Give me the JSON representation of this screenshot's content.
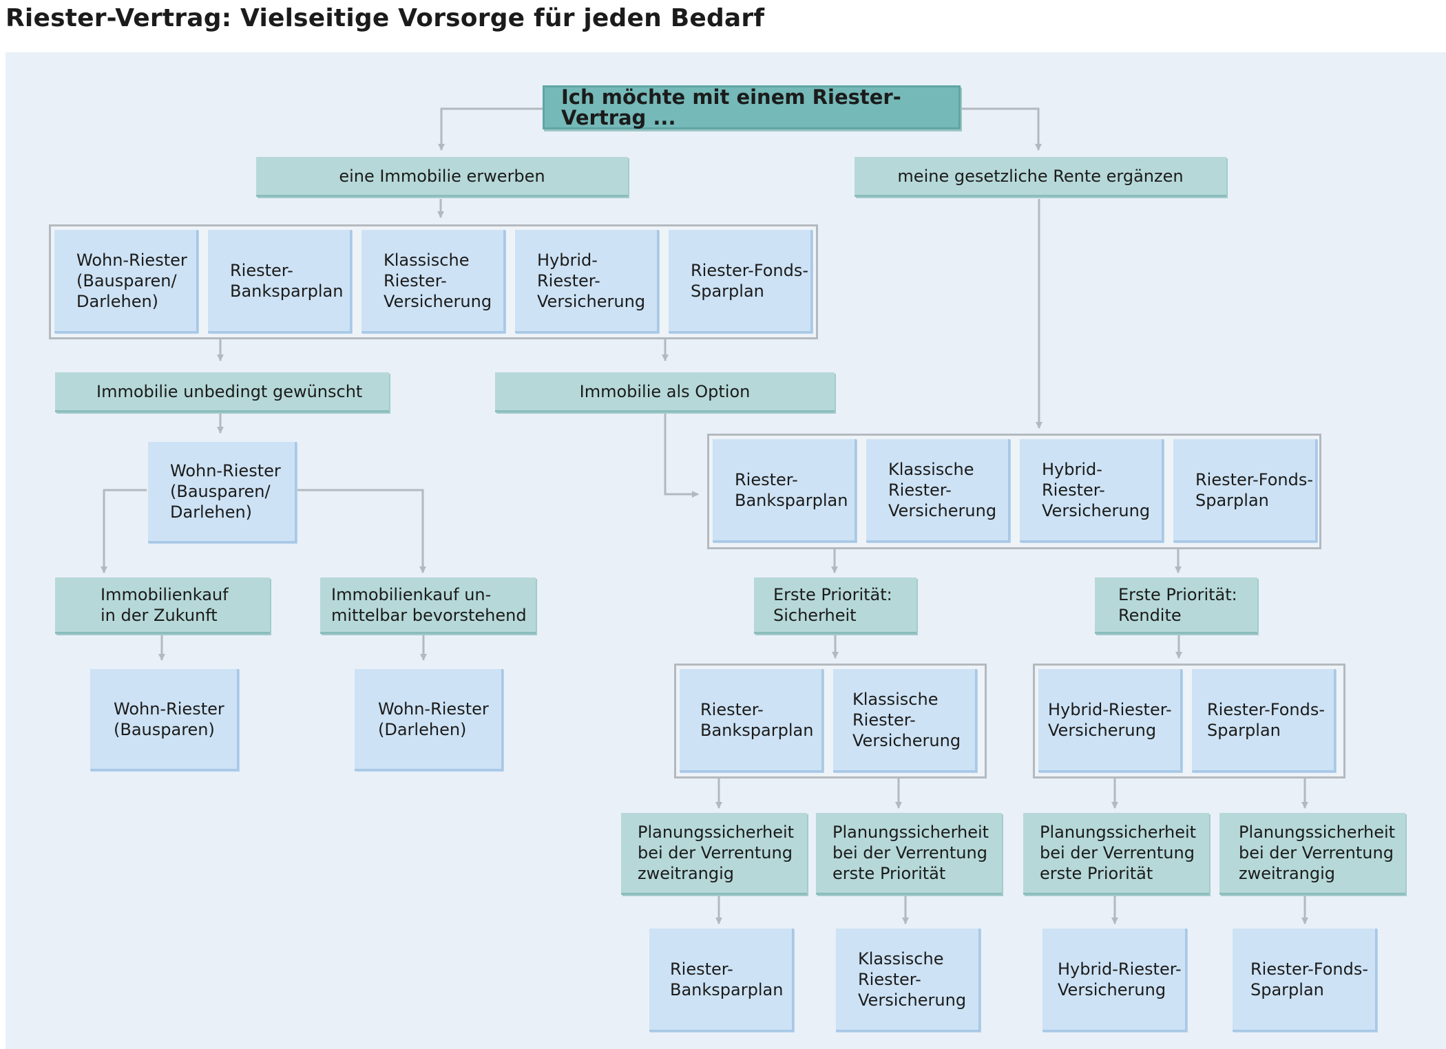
{
  "title": "Riester-Vertrag: Vielseitige Vorsorge für jeden Bedarf",
  "colors": {
    "root_fill": "#75b9b8",
    "category_fill": "#b6d8d8",
    "product_fill": "#cde2f4",
    "background": "#e9f0f8",
    "connector": "#b4b9bf"
  },
  "nodes": {
    "root": "Ich möchte mit einem Riester-Vertrag ...",
    "immobilie_erwerben": "eine Immobilie erwerben",
    "rente_ergaenzen": "meine gesetzliche Rente ergänzen",
    "group1": {
      "wohn_riester": "Wohn-Riester\n(Bausparen/\nDarlehen)",
      "banksparplan": "Riester-\nBanksparplan",
      "klassisch": "Klassische\nRiester-\nVersicherung",
      "hybrid": "Hybrid-Riester-\nVersicherung",
      "fonds": "Riester-Fonds-\nSparplan"
    },
    "immobilie_unbedingt": "Immobilie unbedingt gewünscht",
    "immobilie_option": "Immobilie als Option",
    "wohn_riester_mid": "Wohn-Riester\n(Bausparen/\nDarlehen)",
    "kauf_zukunft": "Immobilienkauf\nin der Zukunft",
    "kauf_bevorstehend": "Immobilienkauf un-\nmittelbar bevorstehend",
    "wohn_riester_bausparen": "Wohn-Riester\n(Bausparen)",
    "wohn_riester_darlehen": "Wohn-Riester\n(Darlehen)",
    "group2": {
      "banksparplan": "Riester-\nBanksparplan",
      "klassisch": "Klassische\nRiester-\nVersicherung",
      "hybrid": "Hybrid-Riester-\nVersicherung",
      "fonds": "Riester-Fonds-\nSparplan"
    },
    "prio_sicherheit": "Erste Priorität:\nSicherheit",
    "prio_rendite": "Erste Priorität:\nRendite",
    "group3": {
      "banksparplan": "Riester-\nBanksparplan",
      "klassisch": "Klassische\nRiester-\nVersicherung"
    },
    "group4": {
      "hybrid": "Hybrid-Riester-\nVersicherung",
      "fonds": "Riester-Fonds-\nSparplan"
    },
    "plan_zweitrangig_1": "Planungssicherheit\nbei der Verrentung\nzweitrangig",
    "plan_erste_1": "Planungssicherheit\nbei der Verrentung\nerste Priorität",
    "plan_erste_2": "Planungssicherheit\nbei der Verrentung\nerste Priorität",
    "plan_zweitrangig_2": "Planungssicherheit\nbei der Verrentung\nzweitrangig",
    "final_banksparplan": "Riester-\nBanksparplan",
    "final_klassisch": "Klassische\nRiester-\nVersicherung",
    "final_hybrid": "Hybrid-Riester-\nVersicherung",
    "final_fonds": "Riester-Fonds-\nSparplan"
  }
}
